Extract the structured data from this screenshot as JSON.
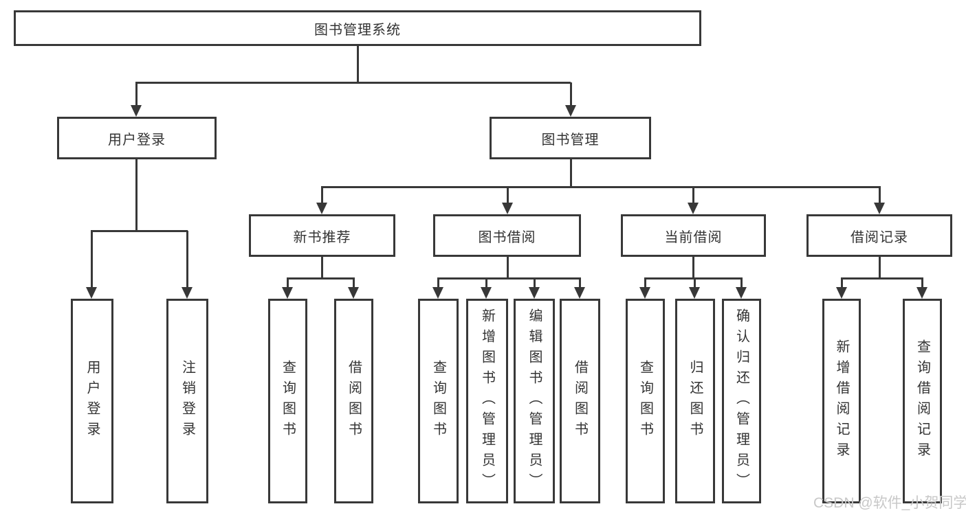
{
  "watermark": "CSDN @软件_小贺同学",
  "colors": {
    "line": "#383838",
    "box_border": "#383838",
    "box_background": "#ffffff",
    "text": "#333333",
    "watermark": "#c8c8c8",
    "page_background": "#ffffff"
  },
  "nodes": {
    "root": {
      "label": "图书管理系统"
    },
    "user_login": {
      "label": "用户登录"
    },
    "book_mgmt": {
      "label": "图书管理"
    },
    "new_book_rec": {
      "label": "新书推荐"
    },
    "book_borrow": {
      "label": "图书借阅"
    },
    "current_borrow": {
      "label": "当前借阅"
    },
    "borrow_record": {
      "label": "借阅记录"
    },
    "leaf_user_login": {
      "label": "用户登录"
    },
    "leaf_logout": {
      "label": "注销登录"
    },
    "leaf_nbr_query_book": {
      "label": "查询图书"
    },
    "leaf_nbr_borrow_book": {
      "label": "借阅图书"
    },
    "leaf_bb_query_book": {
      "label": "查询图书"
    },
    "leaf_bb_add_book": {
      "label": "新增图书（管理员）"
    },
    "leaf_bb_edit_book": {
      "label": "编辑图书（管理员）"
    },
    "leaf_bb_borrow_book": {
      "label": "借阅图书"
    },
    "leaf_cb_query_book": {
      "label": "查询图书"
    },
    "leaf_cb_return_book": {
      "label": "归还图书"
    },
    "leaf_cb_confirm_return": {
      "label": "确认归还（管理员）"
    },
    "leaf_br_add_record": {
      "label": "新增借阅记录"
    },
    "leaf_br_query_record": {
      "label": "查询借阅记录"
    }
  },
  "tree": {
    "root": [
      "user_login",
      "book_mgmt"
    ],
    "user_login": [
      "leaf_user_login",
      "leaf_logout"
    ],
    "book_mgmt": [
      "new_book_rec",
      "book_borrow",
      "current_borrow",
      "borrow_record"
    ],
    "new_book_rec": [
      "leaf_nbr_query_book",
      "leaf_nbr_borrow_book"
    ],
    "book_borrow": [
      "leaf_bb_query_book",
      "leaf_bb_add_book",
      "leaf_bb_edit_book",
      "leaf_bb_borrow_book"
    ],
    "current_borrow": [
      "leaf_cb_query_book",
      "leaf_cb_return_book",
      "leaf_cb_confirm_return"
    ],
    "borrow_record": [
      "leaf_br_add_record",
      "leaf_br_query_record"
    ]
  }
}
